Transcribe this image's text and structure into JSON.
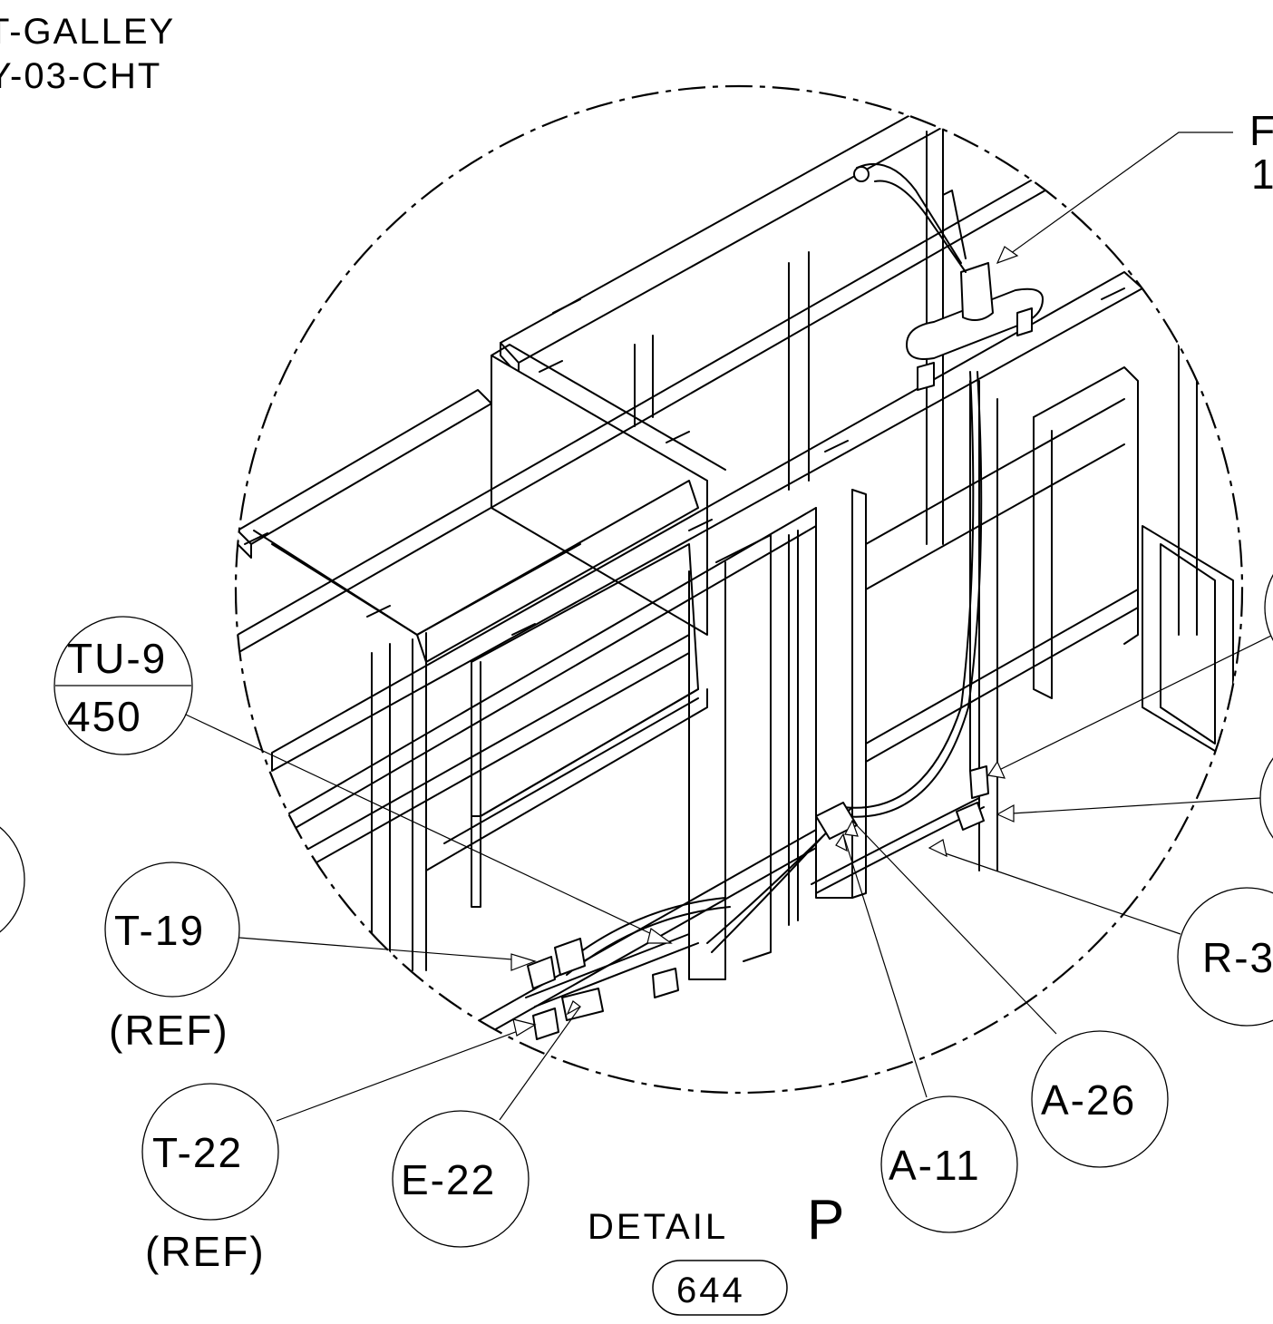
{
  "title": {
    "line1": "T-GALLEY",
    "line2": "Y-03-CHT"
  },
  "detail": {
    "label": "DETAIL",
    "letter": "P",
    "number": "644"
  },
  "callouts": [
    {
      "id": "tu9",
      "text": "TU-9",
      "sub": "450"
    },
    {
      "id": "t19",
      "text": "T-19",
      "note": "(REF)"
    },
    {
      "id": "t22",
      "text": "T-22",
      "note": "(REF)"
    },
    {
      "id": "e22",
      "text": "E-22"
    },
    {
      "id": "a11",
      "text": "A-11"
    },
    {
      "id": "a26",
      "text": "A-26"
    },
    {
      "id": "r3",
      "text": "R-3"
    },
    {
      "id": "f1",
      "text": "F",
      "sub": "1"
    }
  ]
}
